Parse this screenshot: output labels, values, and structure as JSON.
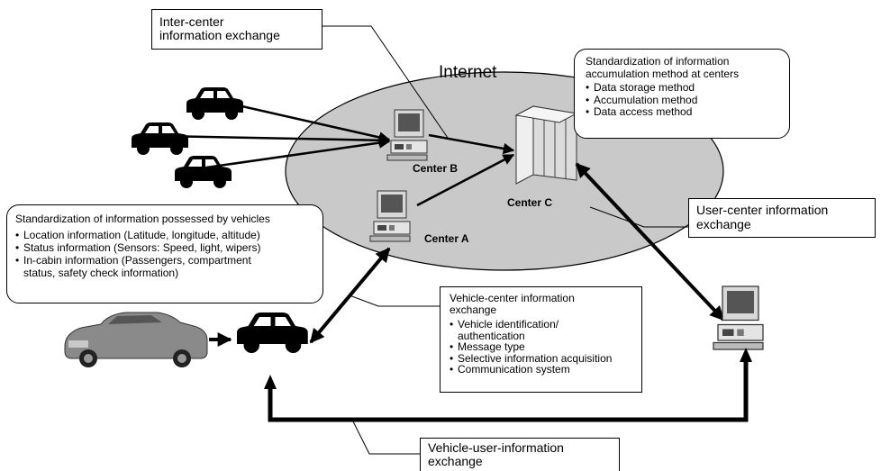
{
  "internet_label": "Internet",
  "centers": {
    "a": "Center A",
    "b": "Center B",
    "c": "Center C"
  },
  "inter_center": {
    "title_line1": "Inter-center",
    "title_line2": "information exchange"
  },
  "center_standard": {
    "title_line1": "Standardization of information",
    "title_line2": "accumulation method at centers",
    "items": [
      "Data storage method",
      "Accumulation method",
      "Data access method"
    ]
  },
  "vehicle_standard": {
    "title": "Standardization of information possessed by vehicles",
    "items": [
      "Location information (Latitude, longitude, altitude)",
      "Status information (Sensors: Speed, light, wipers)",
      "In-cabin information (Passengers, compartment"
    ],
    "continuation": "status, safety check information)"
  },
  "user_center": {
    "line1": "User-center information",
    "line2": "exchange"
  },
  "vehicle_center": {
    "title_line1": "Vehicle-center information",
    "title_line2": "exchange",
    "item1_line1": "Vehicle identification/",
    "item1_line2": "authentication",
    "items": [
      "Message type",
      "Selective information acquisition",
      "Communication system"
    ]
  },
  "vehicle_user": {
    "line1": "Vehicle-user-information",
    "line2": "exchange"
  }
}
